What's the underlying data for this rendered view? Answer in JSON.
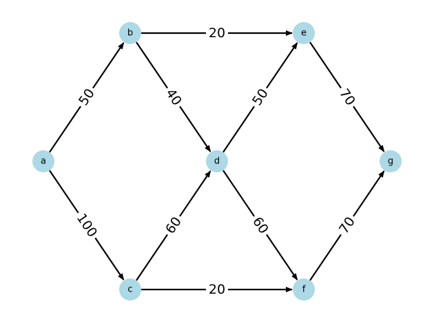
{
  "graph": {
    "colors": {
      "node_fill": "#add8e6",
      "edge": "#000000",
      "text": "#000000",
      "background": "#ffffff"
    },
    "nodes": [
      {
        "id": "a",
        "label": "a"
      },
      {
        "id": "b",
        "label": "b"
      },
      {
        "id": "c",
        "label": "c"
      },
      {
        "id": "d",
        "label": "d"
      },
      {
        "id": "e",
        "label": "e"
      },
      {
        "id": "f",
        "label": "f"
      },
      {
        "id": "g",
        "label": "g"
      }
    ],
    "edges": [
      {
        "id": "a-b",
        "source": "a",
        "target": "b",
        "weight": "50"
      },
      {
        "id": "a-c",
        "source": "a",
        "target": "c",
        "weight": "100"
      },
      {
        "id": "b-e",
        "source": "b",
        "target": "e",
        "weight": "20"
      },
      {
        "id": "b-d",
        "source": "b",
        "target": "d",
        "weight": "40"
      },
      {
        "id": "c-d",
        "source": "c",
        "target": "d",
        "weight": "60"
      },
      {
        "id": "c-f",
        "source": "c",
        "target": "f",
        "weight": "20"
      },
      {
        "id": "d-e",
        "source": "d",
        "target": "e",
        "weight": "50"
      },
      {
        "id": "d-f",
        "source": "d",
        "target": "f",
        "weight": "60"
      },
      {
        "id": "e-g",
        "source": "e",
        "target": "g",
        "weight": "70"
      },
      {
        "id": "f-g",
        "source": "f",
        "target": "g",
        "weight": "70"
      }
    ]
  }
}
